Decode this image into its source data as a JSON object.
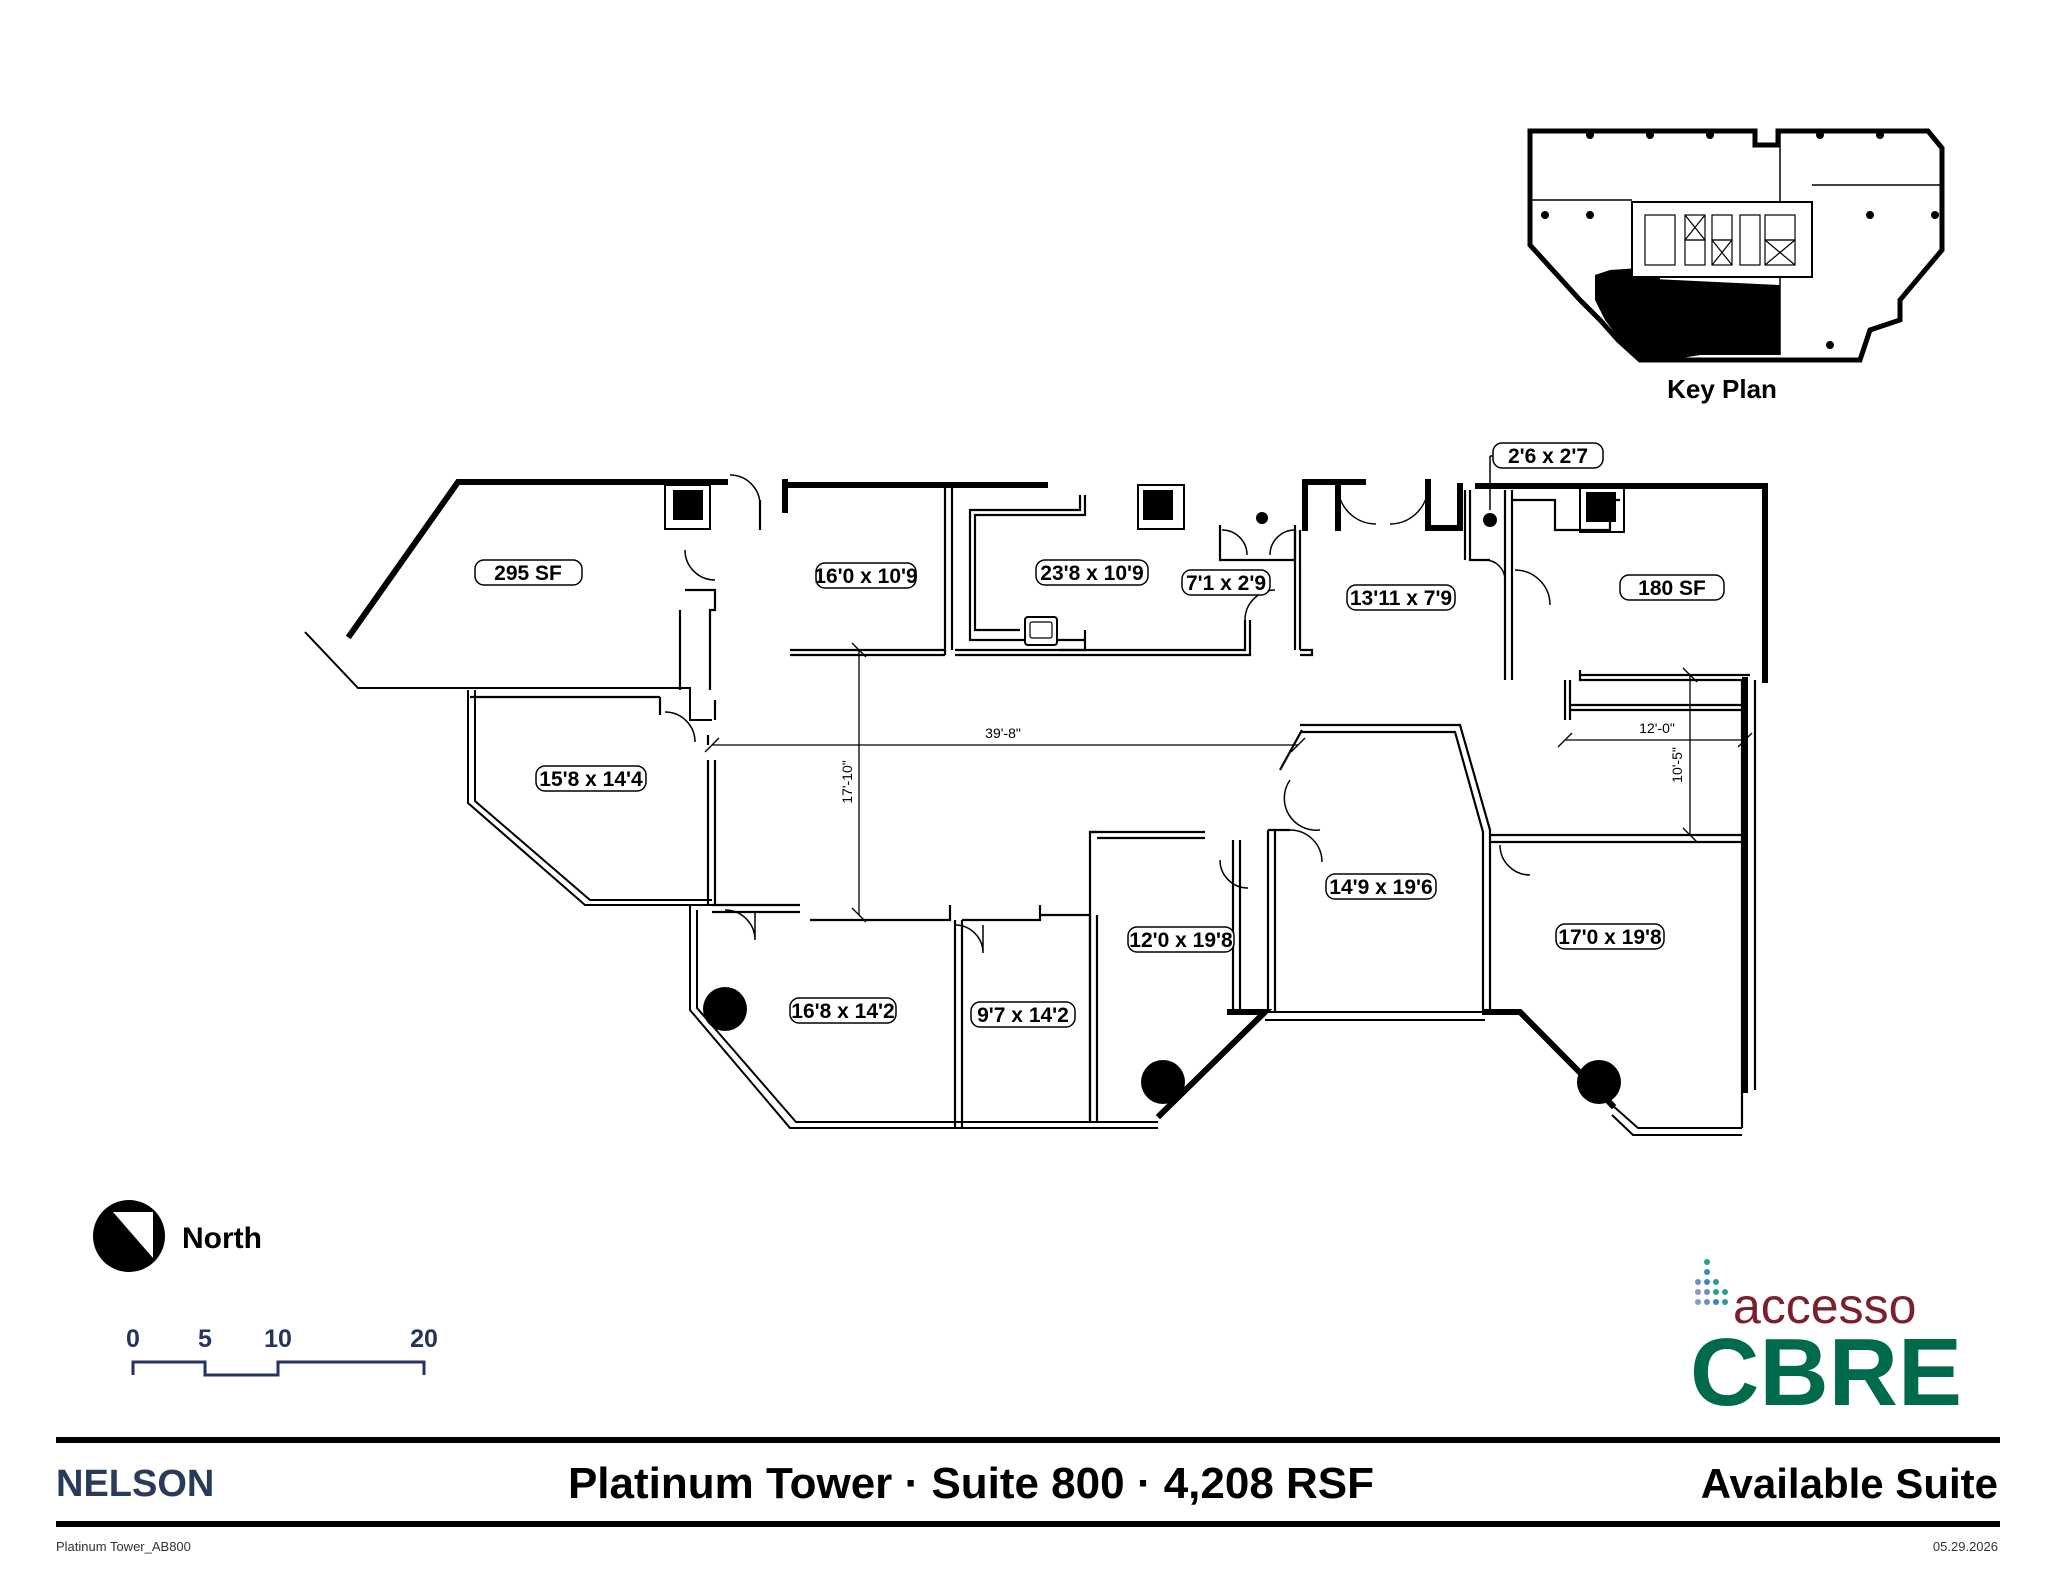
{
  "key_plan": {
    "title": "Key Plan"
  },
  "rooms": [
    "295 SF",
    "16'0 x 10'9",
    "23'8 x 10'9",
    "7'1 x 2'9",
    "13'11 x 7'9",
    "180 SF",
    "2'6 x 2'7",
    "15'8 x 14'4",
    "14'9 x 19'6",
    "12'0 x 19'8",
    "17'0 x 19'8",
    "16'8 x 14'2",
    "9'7 x 14'2"
  ],
  "dimensions": [
    "39'-8\"",
    "17'-10\"",
    "12'-0\"",
    "10'-5\""
  ],
  "north": {
    "label": "North"
  },
  "scale": {
    "ticks": [
      "0",
      "5",
      "10",
      "20"
    ]
  },
  "brand": {
    "accesso": "accesso",
    "cbre": "CBRE",
    "accesso_color": "#7a1f2b",
    "cbre_color": "#006a4d"
  },
  "footer": {
    "company": "NELSON",
    "title": "Platinum Tower · Suite 800 · 4,208 RSF",
    "status": "Available Suite",
    "file_ref": "Platinum Tower_AB800",
    "date": "05.29.2026"
  }
}
